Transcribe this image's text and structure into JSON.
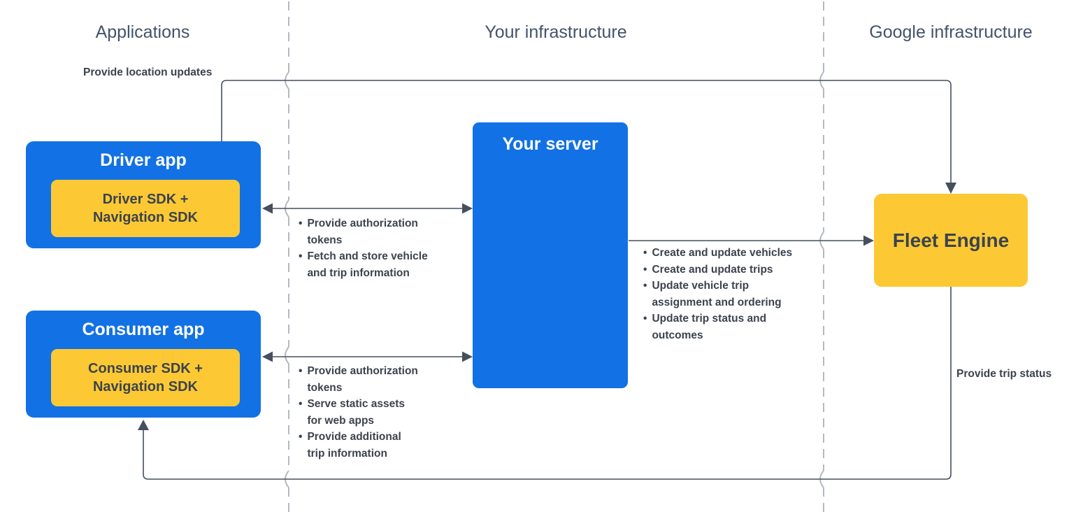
{
  "bullet_char": "•",
  "colors": {
    "blue": "#1271e4",
    "yellow": "#fcc934",
    "line": "#454f5d",
    "divider": "#b2b9c1",
    "heading": "#44536a",
    "dark_text": "#3c434d",
    "white_text": "#ffffff",
    "background": "#ffffff"
  },
  "columns": {
    "applications": {
      "label": "Applications"
    },
    "your_infrastructure": {
      "label": "Your infrastructure"
    },
    "google_infrastructure": {
      "label": "Google infrastructure"
    }
  },
  "nodes": {
    "driver_app": {
      "title": "Driver app",
      "sdk": "Driver SDK +\nNavigation SDK"
    },
    "consumer_app": {
      "title": "Consumer app",
      "sdk": "Consumer SDK +\nNavigation SDK"
    },
    "your_server": {
      "title": "Your server"
    },
    "fleet_engine": {
      "title": "Fleet Engine"
    }
  },
  "edges": {
    "driver_to_fleet": {
      "label": "Provide location updates"
    },
    "fleet_to_consumer": {
      "label": "Provide trip status"
    },
    "driver_server": {
      "items": [
        "Provide authorization\ntokens",
        "Fetch and store vehicle\nand trip information"
      ]
    },
    "consumer_server": {
      "items": [
        "Provide authorization\ntokens",
        "Serve static assets\nfor web apps",
        "Provide additional\ntrip information"
      ]
    },
    "server_fleet": {
      "items": [
        "Create and update vehicles",
        "Create and update trips",
        "Update vehicle trip\nassignment and ordering",
        "Update trip status and\noutcomes"
      ]
    }
  }
}
